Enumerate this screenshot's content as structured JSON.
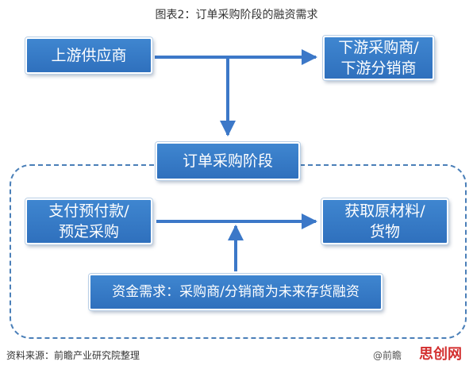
{
  "title": "图表2：订单采购阶段的融资需求",
  "nodes": {
    "upstream_supplier": "上游供应商",
    "downstream_line1": "下游采购商/",
    "downstream_line2": "下游分销商",
    "order_stage": "订单采购阶段",
    "payment_line1": "支付预付款/",
    "payment_line2": "预定采购",
    "raw_line1": "获取原材料/",
    "raw_line2": "货物",
    "funding_need": "资金需求：采购商/分销商为未来存货融资"
  },
  "source_text": "资料来源：前瞻产业研究院整理",
  "credit_text": "@前瞻",
  "credit_red": "思创网",
  "colors": {
    "box_fill": "#3377c6",
    "arrow": "#3c78c8",
    "dash": "#4a7fb8"
  }
}
